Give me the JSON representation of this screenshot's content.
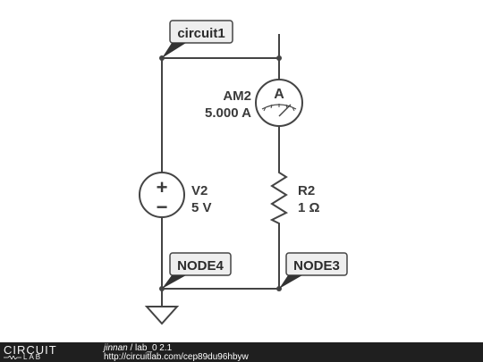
{
  "schematic": {
    "top_node_tag": "circuit1",
    "node4_tag": "NODE4",
    "node3_tag": "NODE3",
    "ammeter": {
      "name": "AM2",
      "value": "5.000 A",
      "symbol": "A"
    },
    "source": {
      "name": "V2",
      "value": "5 V",
      "plus": "+",
      "minus": "−"
    },
    "resistor": {
      "name": "R2",
      "value": "1 Ω"
    }
  },
  "footer": {
    "logo_top": "CIRCUIT",
    "logo_bottom": "LAB",
    "author": "jinnan",
    "separator": " / ",
    "title": "lab_0 2.1",
    "url": "http://circuitlab.com/cep89du96hbyw"
  },
  "colors": {
    "wire": "#444444",
    "tag_fill": "#eeeeee",
    "footer_bg": "#1f1f1f"
  }
}
